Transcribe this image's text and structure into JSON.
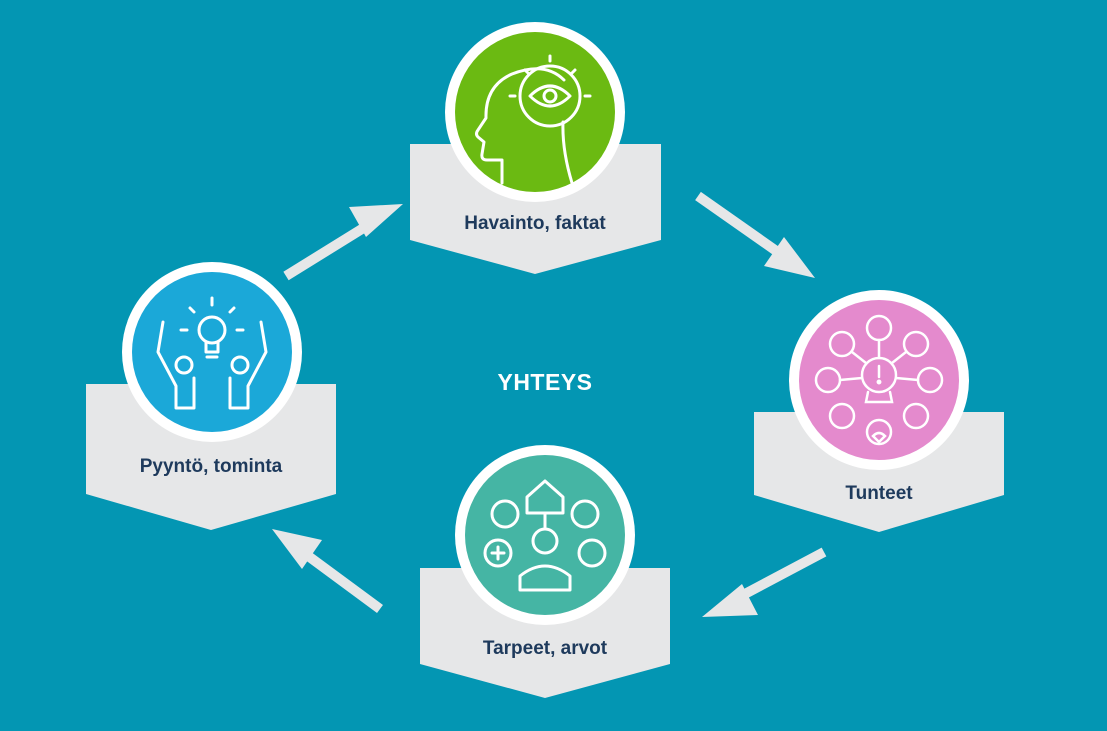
{
  "center_label": "YHTEYS",
  "steps": [
    {
      "label": "Havainto, faktat",
      "icon": "head-eye-icon",
      "color": "#6BBA12"
    },
    {
      "label": "Tunteet",
      "icon": "emotions-icon",
      "color": "#E48ACD"
    },
    {
      "label": "Tarpeet, arvot",
      "icon": "needs-person-icon",
      "color": "#45B5A4"
    },
    {
      "label": "Pyyntö, tominta",
      "icon": "raised-hands-idea-icon",
      "color": "#1BA8D8"
    }
  ],
  "colors": {
    "background": "#0396B3",
    "card": "#E6E7E8",
    "arrow": "#E6E7E8",
    "text": "#1E3A5C"
  }
}
